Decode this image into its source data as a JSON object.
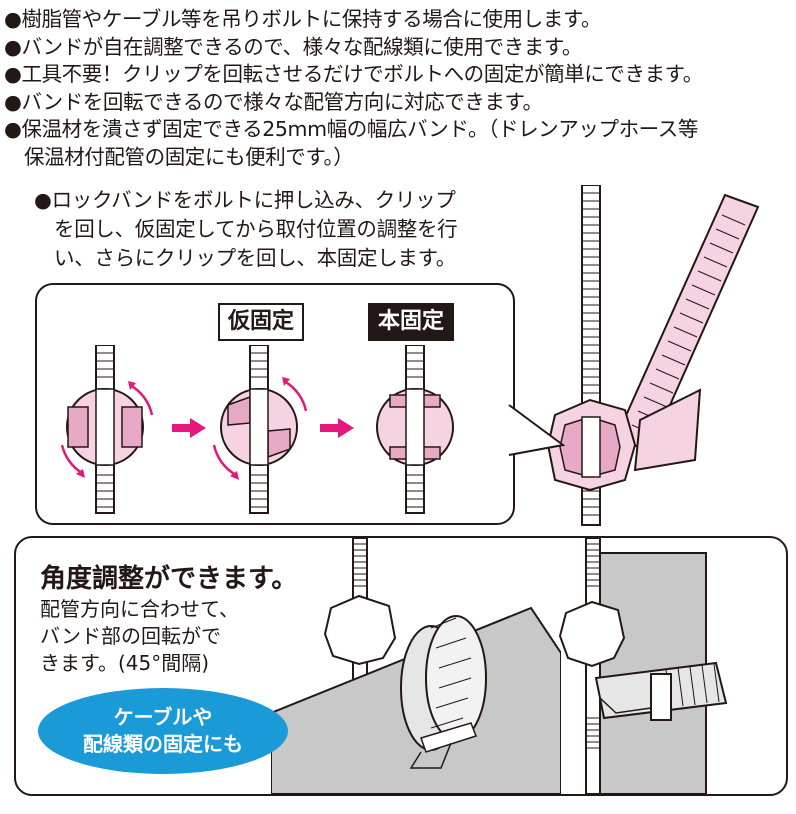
{
  "bullets": [
    "●樹脂管やケーブル等を吊りボルトに保持する場合に使用します。",
    "●バンドが自在調整できるので、様々な配線類に使用できます。",
    "●工具不要！クリップを回転させるだけでボルトへの固定が簡単にできます。",
    "●バンドを回転できるので様々な配管方向に対応できます。",
    "●保温材を潰さず固定できる25mm幅の幅広バンド。（ドレンアップホース等",
    "保温材付配管の固定にも便利です。）"
  ],
  "instruction": [
    "●ロックバンドをボルトに押し込み、クリップ",
    "を回し、仮固定してから取付位置の調整を行",
    "い、さらにクリップを回し、本固定します。"
  ],
  "steps": {
    "temporary_label": "仮固定",
    "final_label": "本固定"
  },
  "angle": {
    "title": "角度調整ができます。",
    "desc": [
      "配管方向に合わせて、",
      "バンド部の回転がで",
      "きます。(45°間隔)"
    ]
  },
  "badge": [
    "ケーブルや",
    "配線類の固定にも"
  ],
  "colors": {
    "pink": "#f6d3e3",
    "pink_dark": "#e8a9c6",
    "magenta_arrow": "#e5177a",
    "badge_blue": "#1a9ad6",
    "pipe_gray": "#c8c8c8"
  }
}
